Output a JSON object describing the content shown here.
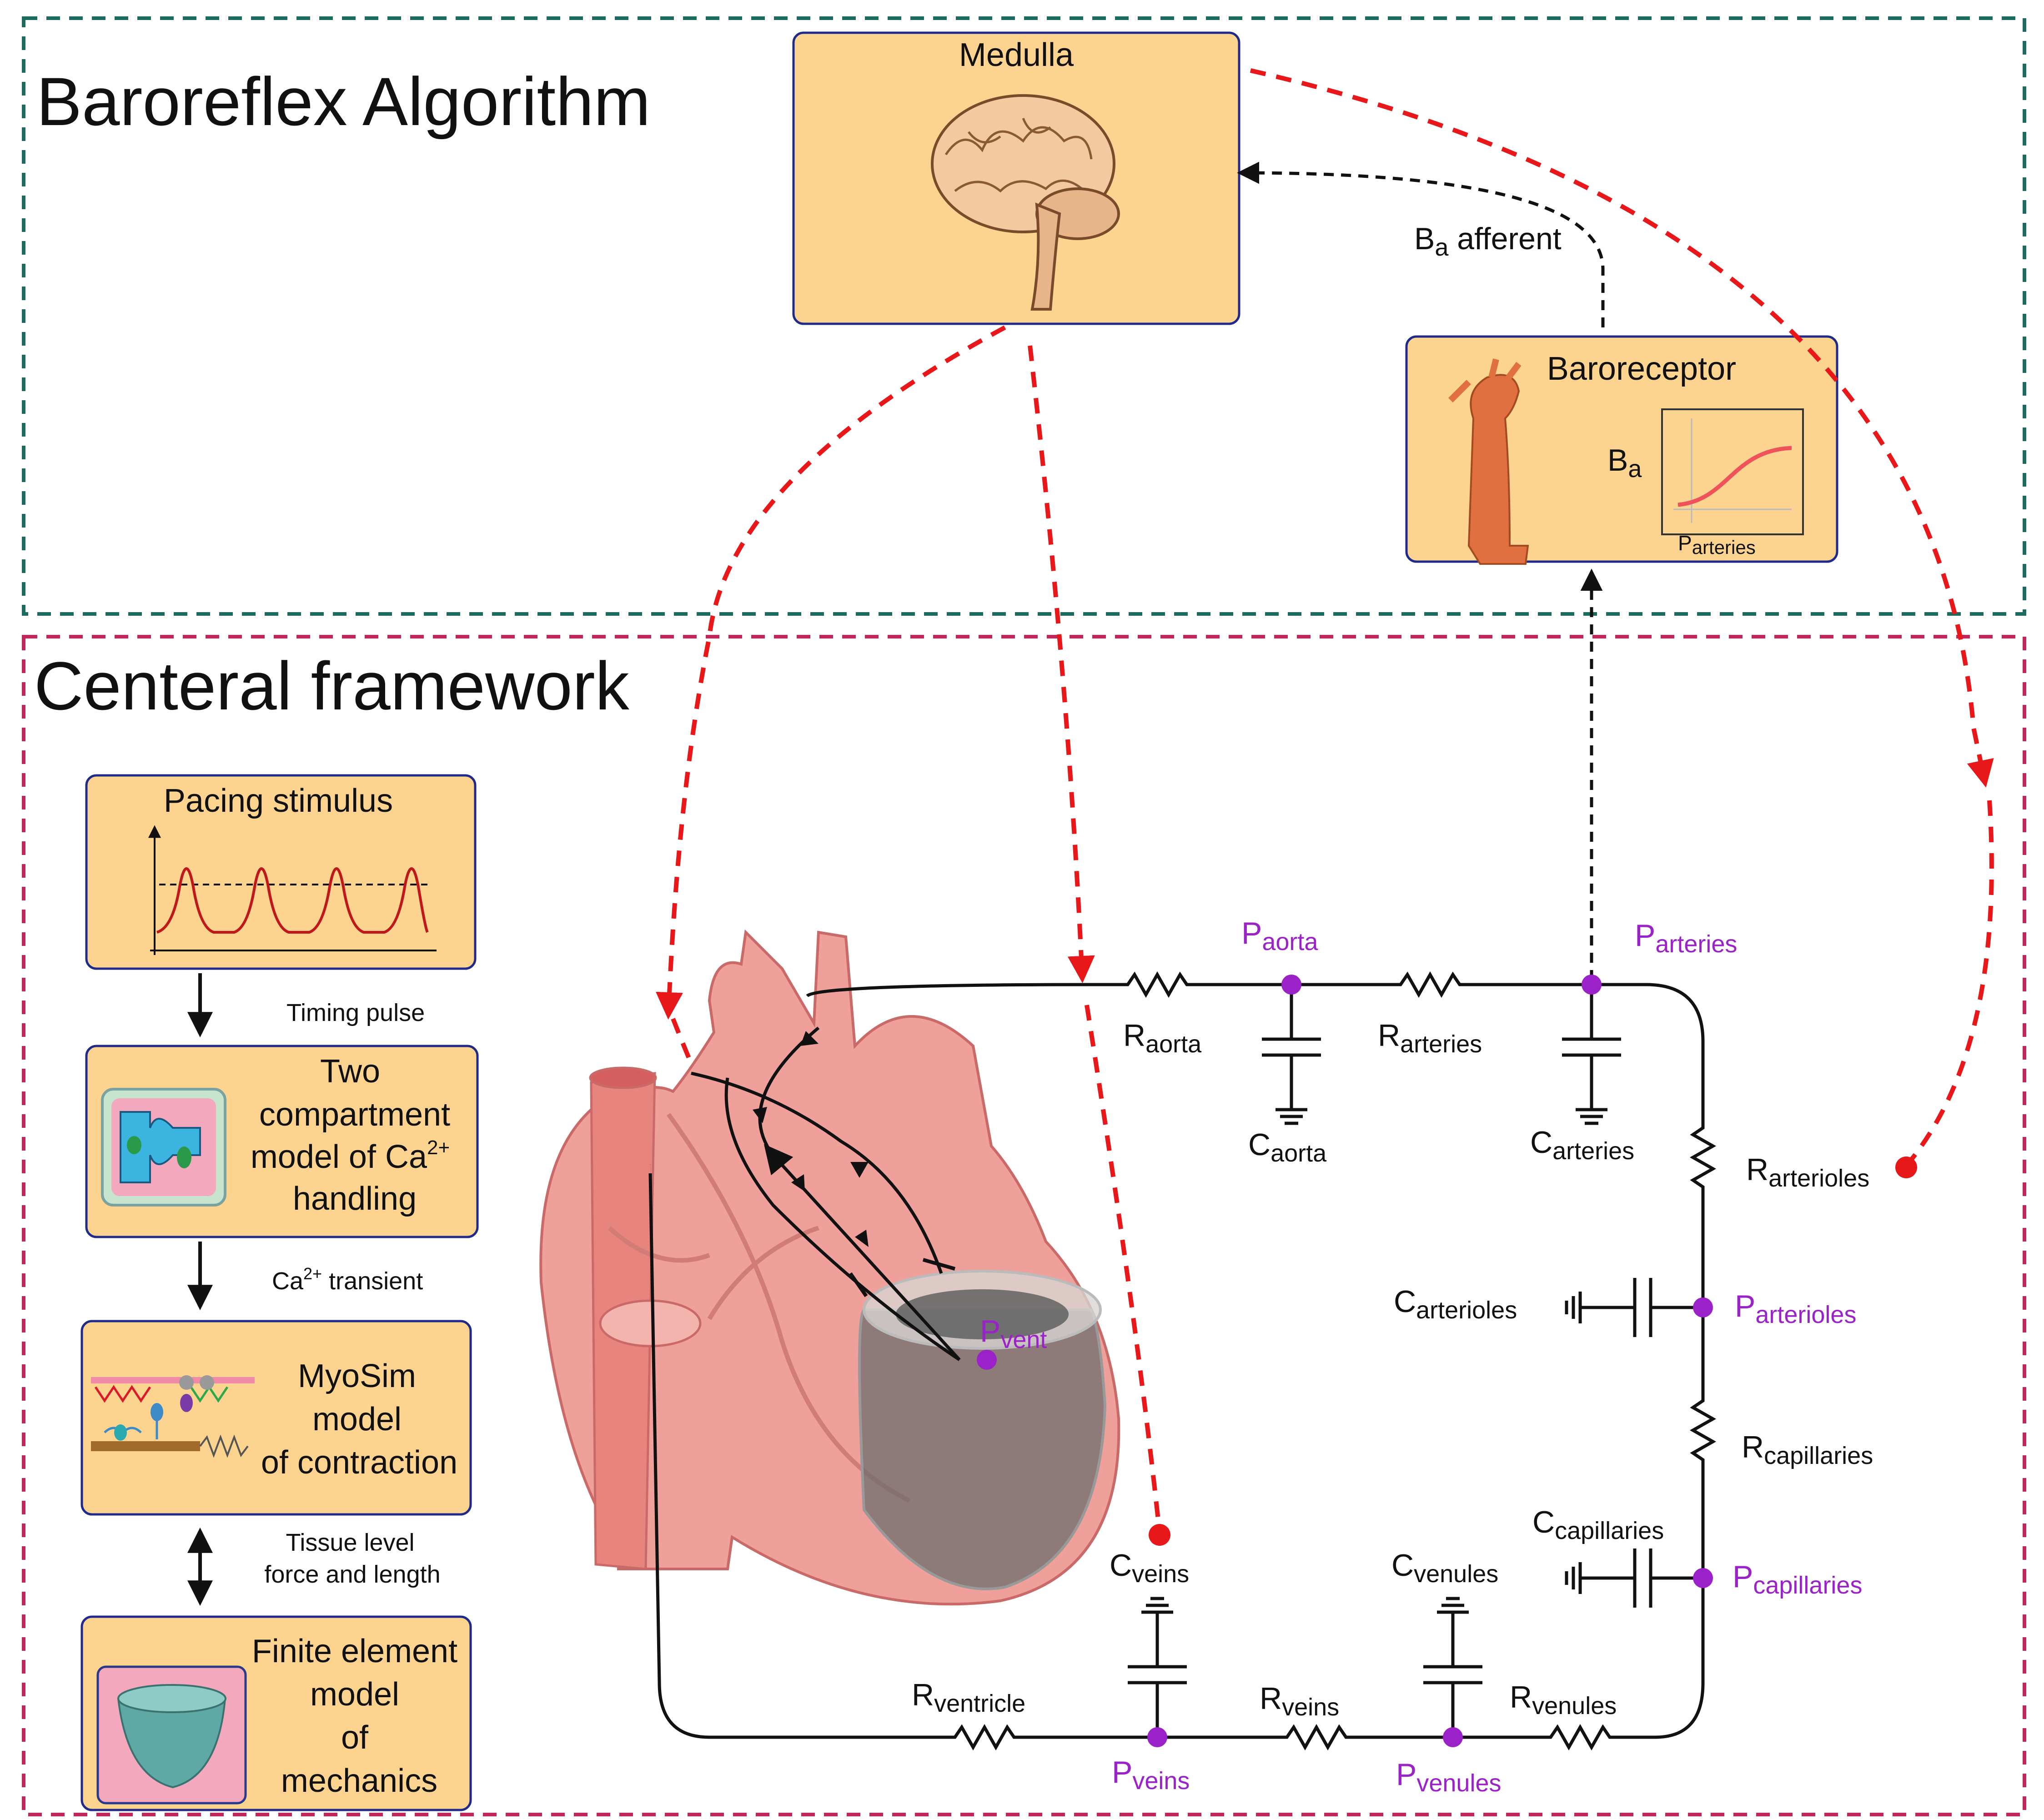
{
  "sections": {
    "baroreflex_title": "Baroreflex Algorithm",
    "framework_title": "Centeral framework"
  },
  "medulla": {
    "title": "Medulla"
  },
  "baroreceptor": {
    "title": "Baroreceptor",
    "curve_y_main": "B",
    "curve_y_sub": "a",
    "curve_x_main": "P",
    "curve_x_sub": "arteries"
  },
  "afferent": {
    "main": "B",
    "sub": "a",
    "rest": " afferent"
  },
  "pipeline": {
    "pacing": "Pacing stimulus",
    "timing": "Timing pulse",
    "two_comp": [
      "Two",
      "compartment",
      "model of Ca",
      "handling"
    ],
    "ca_sup": "2+",
    "ca_transient": [
      "Ca",
      "2+",
      " transient"
    ],
    "myosim": [
      "MyoSim",
      "model",
      "of contraction"
    ],
    "tissue": [
      "Tissue level",
      "force and length"
    ],
    "fem": [
      "Finite element",
      "model",
      "of",
      "mechanics"
    ]
  },
  "circuit": {
    "R_aorta": [
      "R",
      "aorta"
    ],
    "R_arteries": [
      "R",
      "arteries"
    ],
    "R_arterioles": [
      "R",
      "arterioles"
    ],
    "R_capillaries": [
      "R",
      "capillaries"
    ],
    "R_venules": [
      "R",
      "venules"
    ],
    "R_veins": [
      "R",
      "veins"
    ],
    "R_ventricle": [
      "R",
      "ventricle"
    ],
    "C_aorta": [
      "C",
      "aorta"
    ],
    "C_arteries": [
      "C",
      "arteries"
    ],
    "C_arterioles": [
      "C",
      "arterioles"
    ],
    "C_capillaries": [
      "C",
      "capillaries"
    ],
    "C_venules": [
      "C",
      "venules"
    ],
    "C_veins": [
      "C",
      "veins"
    ],
    "P_aorta": [
      "P",
      "aorta"
    ],
    "P_arteries": [
      "P",
      "arteries"
    ],
    "P_arterioles": [
      "P",
      "arterioles"
    ],
    "P_capillaries": [
      "P",
      "capillaries"
    ],
    "P_venules": [
      "P",
      "venules"
    ],
    "P_veins": [
      "P",
      "veins"
    ],
    "P_vent": [
      "P",
      "vent"
    ]
  },
  "colors": {
    "baroreflex_border": "#1c6b5e",
    "framework_border": "#c0285c",
    "box_fill": "#fdd48f",
    "box_border": "#1f2a8a",
    "red_arrow": "#e8181a",
    "node_purple": "#9b22c8",
    "heart": "#f0a09a"
  }
}
